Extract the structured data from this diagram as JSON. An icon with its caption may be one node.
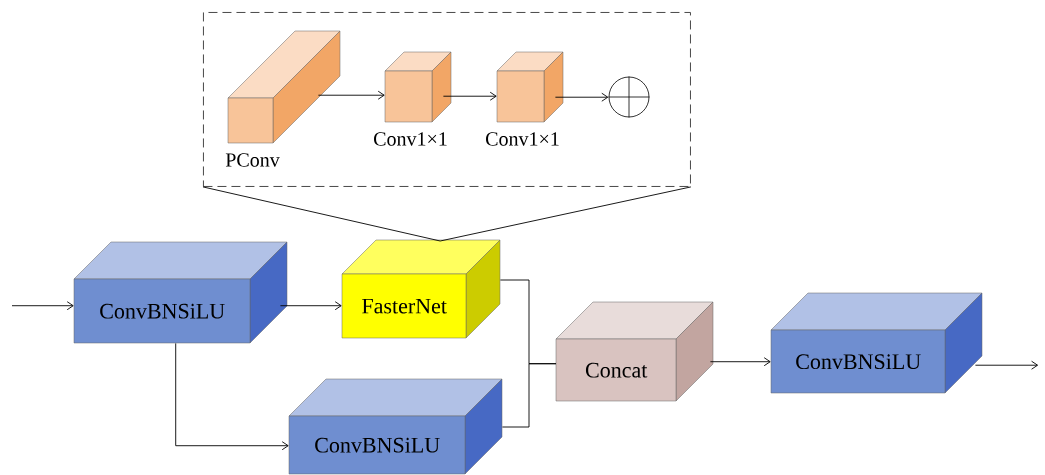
{
  "diagram": {
    "nodes": [
      {
        "text": [],
        "shape": "box"
      },
      {
        "text": [
          "PConv"
        ],
        "in": 0
      },
      {
        "text": [
          "Conv1×1"
        ],
        "in": 0
      },
      {
        "text": [
          "Conv1×1"
        ],
        "in": 0
      },
      {
        "text": [],
        "shape": "circle",
        "in": 0
      },
      {
        "text": [
          "ConvBNSiLU"
        ]
      },
      {
        "text": [
          "FasterNet"
        ]
      },
      {
        "text": [
          "ConvBNSiLU"
        ]
      },
      {
        "text": [
          "Concat"
        ]
      },
      {
        "text": [
          "ConvBNSiLU"
        ]
      }
    ],
    "edges": [
      {
        "from": 1,
        "to": 2,
        "arrow": "to"
      },
      {
        "from": 2,
        "to": 3,
        "arrow": "to"
      },
      {
        "from": 3,
        "to": 4,
        "arrow": "to"
      },
      {
        "from": null,
        "to": 5,
        "arrow": "to"
      },
      {
        "from": 5,
        "to": 6,
        "arrow": "to"
      },
      {
        "from": 5,
        "to": 7,
        "arrow": "to"
      },
      {
        "from": 6,
        "to": 8,
        "arrow": "none"
      },
      {
        "from": 7,
        "to": 8,
        "arrow": "none"
      },
      {
        "from": 8,
        "to": 9,
        "arrow": "to"
      },
      {
        "from": 9,
        "to": null,
        "arrow": "to"
      },
      {
        "from": 0,
        "to": 6,
        "arrow": "none"
      }
    ]
  }
}
